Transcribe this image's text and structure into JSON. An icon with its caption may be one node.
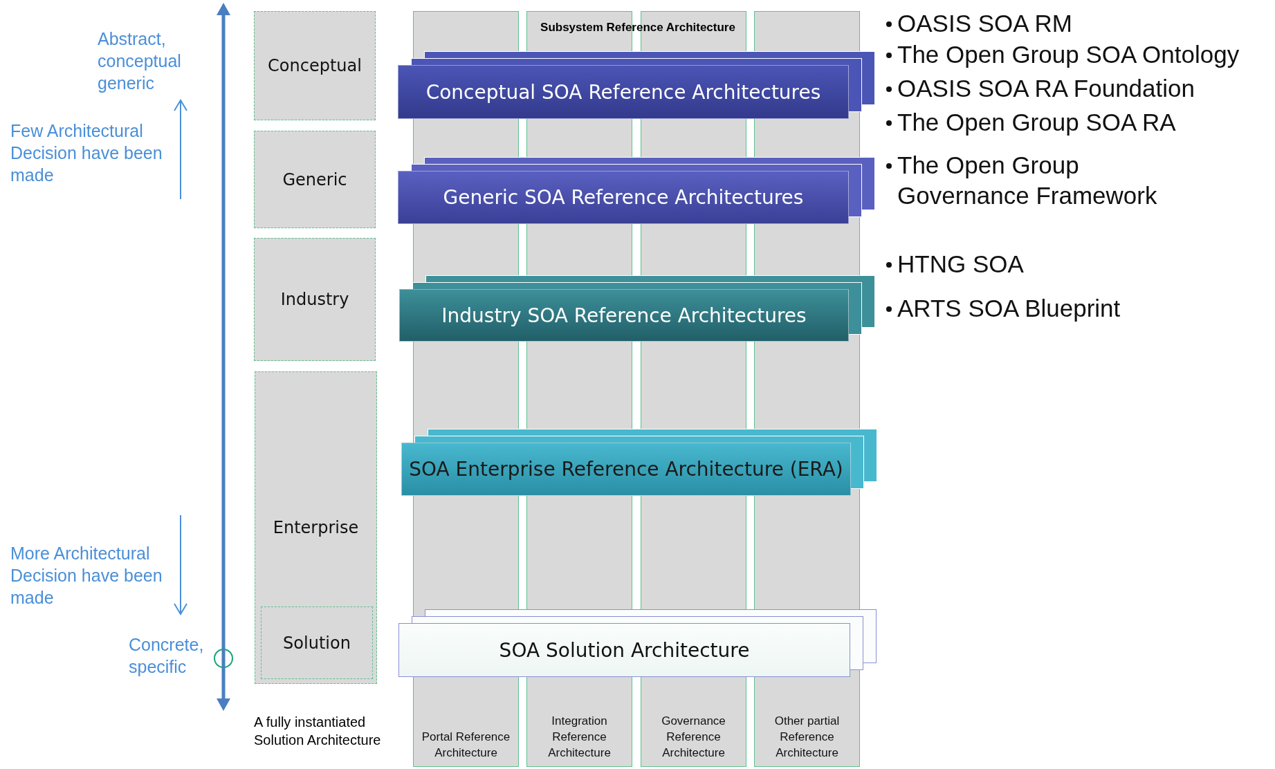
{
  "diagram": {
    "nodes": [
      {
        "text": [
          "Conceptual"
        ]
      },
      {
        "text": [
          "Generic"
        ]
      },
      {
        "text": [
          "Industry"
        ]
      },
      {
        "text": [
          "Enterprise"
        ]
      },
      {
        "text": [
          "Solution"
        ],
        "in": 3
      },
      {
        "text": [
          "Portal Reference Architecture"
        ]
      },
      {
        "text": [
          "Integration Reference Architecture"
        ]
      },
      {
        "text": [
          "Governance Reference Architecture"
        ]
      },
      {
        "text": [
          "Other partial Reference Architecture"
        ]
      },
      {
        "text": [
          "Conceptual SOA Reference Architectures"
        ]
      },
      {
        "text": [
          "Generic SOA Reference Architectures"
        ]
      },
      {
        "text": [
          "Industry SOA Reference Architectures"
        ]
      },
      {
        "text": [
          "SOA Enterprise Reference Architecture (ERA)"
        ]
      },
      {
        "text": [
          "SOA Solution Architecture"
        ]
      }
    ],
    "edges": [],
    "labels": [
      "Abstract, conceptual generic",
      "Few Architectural Decision have been made",
      "More Architectural Decision have been made",
      "Concrete, specific",
      "A fully instantiated Solution Architecture",
      "Subsystem Reference Architecture",
      "OASIS SOA RM",
      "The Open Group SOA Ontology",
      "OASIS SOA RA Foundation",
      "The Open Group SOA RA",
      "The Open Group Governance Framework",
      "HTNG SOA",
      "ARTS SOA Blueprint"
    ]
  }
}
